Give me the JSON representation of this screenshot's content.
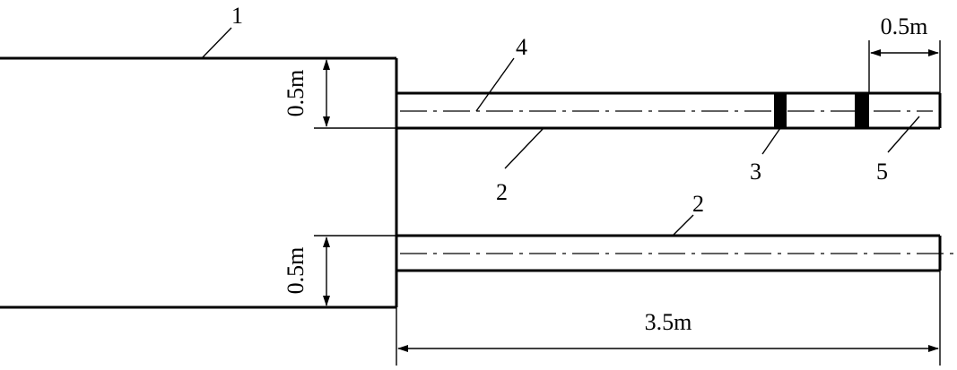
{
  "labels": {
    "part_1": "1",
    "part_2_upper": "2",
    "part_2_lower": "2",
    "part_3": "3",
    "part_4": "4",
    "part_5": "5"
  },
  "dimensions": {
    "upper_left_height": "0.5m",
    "lower_left_height": "0.5m",
    "top_right_length": "0.5m",
    "bottom_length": "3.5m"
  }
}
